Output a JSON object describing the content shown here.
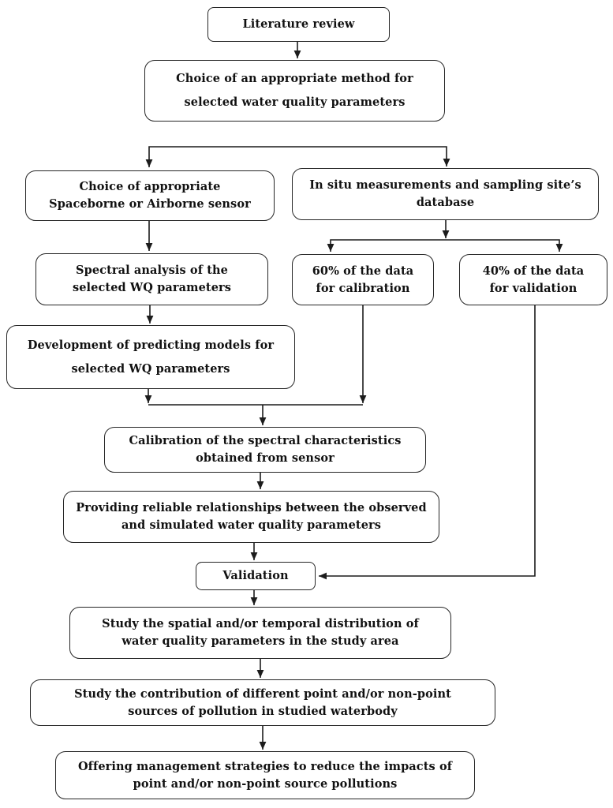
{
  "nodes": {
    "literature": {
      "lines": [
        "Literature review"
      ]
    },
    "method": {
      "lines": [
        "Choice of an appropriate method for",
        "selected water quality parameters"
      ]
    },
    "sensor": {
      "lines": [
        "Choice of appropriate",
        "Spaceborne or Airborne sensor"
      ]
    },
    "insitu": {
      "lines": [
        "In situ measurements and sampling site’s",
        "database"
      ]
    },
    "spectral": {
      "lines": [
        "Spectral analysis of the",
        "selected WQ parameters"
      ]
    },
    "data60": {
      "lines": [
        "60% of the data",
        "for calibration"
      ]
    },
    "data40": {
      "lines": [
        "40% of the data",
        "for validation"
      ]
    },
    "development": {
      "lines": [
        "Development of predicting models for",
        "selected WQ parameters"
      ]
    },
    "calibration": {
      "lines": [
        "Calibration of the spectral characteristics",
        "obtained from sensor"
      ]
    },
    "providing": {
      "lines": [
        "Providing reliable relationships between the observed",
        "and simulated water quality parameters"
      ]
    },
    "validation": {
      "lines": [
        "Validation"
      ]
    },
    "study_distribution": {
      "lines": [
        "Study the spatial and/or temporal distribution of",
        "water quality parameters in the study area"
      ]
    },
    "study_contribution": {
      "lines": [
        "Study the contribution of different point and/or non-point",
        "sources of pollution in studied waterbody"
      ]
    },
    "management": {
      "lines": [
        "Offering management strategies to reduce the impacts of",
        "point and/or non-point source pollutions"
      ]
    }
  },
  "colors": {
    "line": "#1c1c1c",
    "border": "#262626",
    "text": "#111111",
    "background": "#ffffff"
  }
}
